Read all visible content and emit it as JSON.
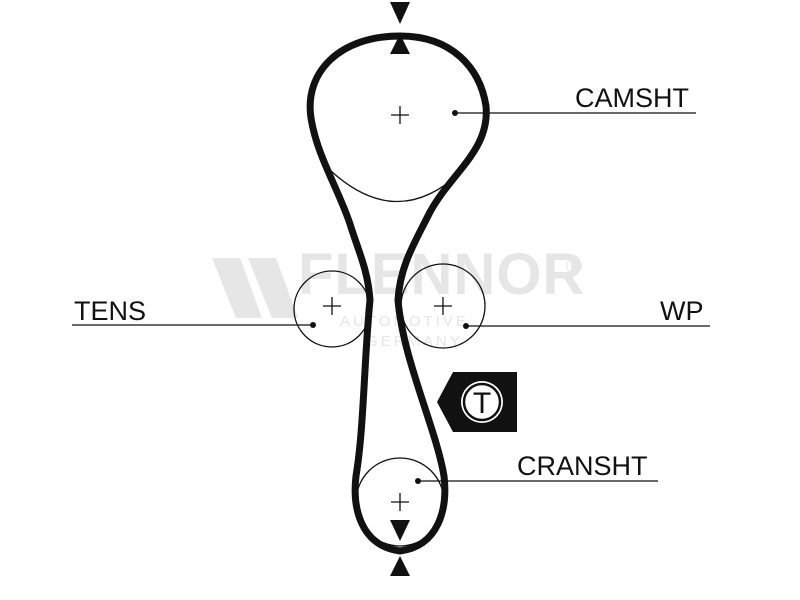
{
  "labels": {
    "camshaft": "CAMSHT",
    "tensioner": "TENS",
    "water_pump": "WP",
    "crankshaft": "CRANSHT"
  },
  "tensioner_badge": "T",
  "watermark": {
    "brand": "FLENNOR",
    "registered": "®",
    "line1": "AUTOMOTIVE",
    "line2": "GERMANY"
  },
  "colors": {
    "ink": "#111111",
    "watermark": "#e6e6e6"
  },
  "icons": {
    "alignment_marks": "triangle-arrow-icon",
    "badge": "tensioner-badge-icon"
  }
}
